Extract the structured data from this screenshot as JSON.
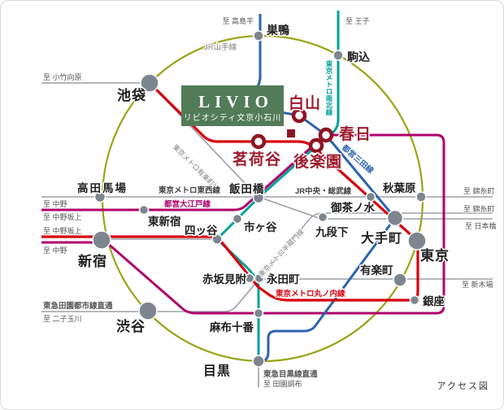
{
  "caption": "アクセス図",
  "logo": {
    "name": "LIVIO",
    "subtitle": "リビオシティ文京小石川"
  },
  "colors": {
    "yamanote": "#9aa418",
    "namboku": "#00a29a",
    "mita": "#2d63ad",
    "marunouchi": "#d7000f",
    "oedo": "#b0006c",
    "gray_line": "#9aa0a6",
    "station_dot": "#7d868e",
    "highlight_marker": "#8e1526",
    "highlight_text": "#9e1c30",
    "logo_green": "#527b58"
  },
  "line_labels": [
    {
      "text": "JR山手線"
    },
    {
      "text": "東京メトロ南北線"
    },
    {
      "text": "都営三田線"
    },
    {
      "text": "東京メトロ有楽町線"
    },
    {
      "text": "東京メトロ東西線"
    },
    {
      "text": "都営大江戸線"
    },
    {
      "text": "JR中央・総武線"
    },
    {
      "text": "東京メトロ半蔵門線"
    },
    {
      "text": "東京メトロ丸ノ内線"
    },
    {
      "text": "東急田園都市線直通"
    },
    {
      "text": "東急目黒線直通"
    }
  ],
  "stations": [
    {
      "name": "巣鴨"
    },
    {
      "name": "駒込"
    },
    {
      "name": "池袋"
    },
    {
      "name": "白山",
      "highlight": true
    },
    {
      "name": "春日",
      "highlight": true
    },
    {
      "name": "後楽園",
      "highlight": true
    },
    {
      "name": "茗荷谷",
      "highlight": true
    },
    {
      "name": "高田馬場"
    },
    {
      "name": "東新宿"
    },
    {
      "name": "新宿"
    },
    {
      "name": "飯田橋"
    },
    {
      "name": "市ヶ谷"
    },
    {
      "name": "四ッ谷"
    },
    {
      "name": "九段下"
    },
    {
      "name": "御茶ノ水"
    },
    {
      "name": "秋葉原"
    },
    {
      "name": "大手町"
    },
    {
      "name": "東京"
    },
    {
      "name": "有楽町"
    },
    {
      "name": "銀座"
    },
    {
      "name": "赤坂見附"
    },
    {
      "name": "永田町"
    },
    {
      "name": "渋谷"
    },
    {
      "name": "麻布十番"
    },
    {
      "name": "目黒"
    }
  ],
  "terminals": [
    {
      "label": "至 高島平"
    },
    {
      "label": "至 王子"
    },
    {
      "label": "至 小竹向原"
    },
    {
      "label": "至 中野"
    },
    {
      "label": "至 中野坂上"
    },
    {
      "label": "至 中野坂上"
    },
    {
      "label": "至 中野"
    },
    {
      "label": "至 錦糸町"
    },
    {
      "label": "至 錦糸町"
    },
    {
      "label": "至 日本橋"
    },
    {
      "label": "至 新木場"
    },
    {
      "label": "至 二子玉川"
    },
    {
      "label": "至 田園調布"
    }
  ]
}
